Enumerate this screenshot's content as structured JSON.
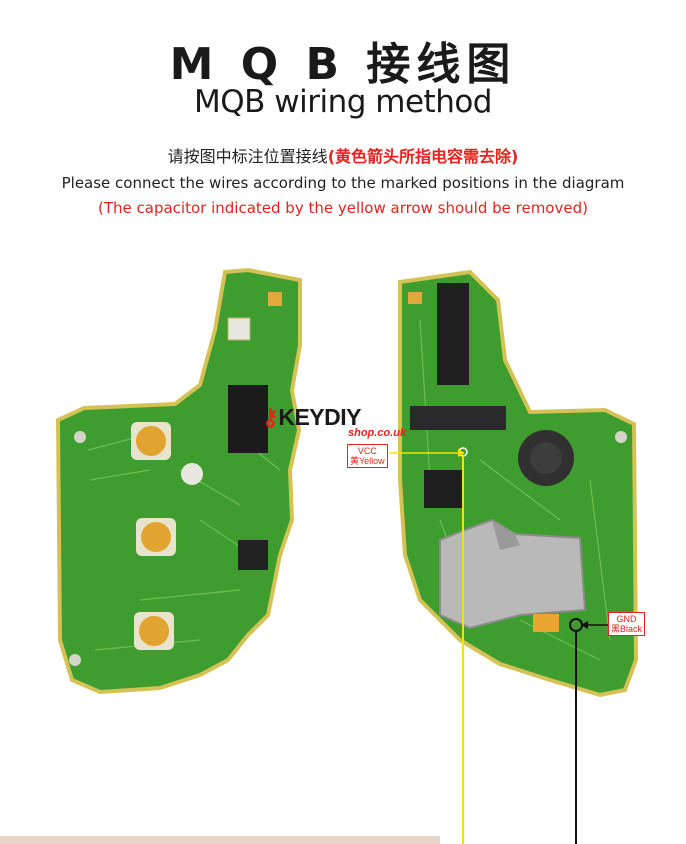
{
  "header": {
    "title_cn": "M Q B 接线图",
    "title_en": "MQB wiring method"
  },
  "instructions": {
    "cn_main": "请按图中标注位置接线",
    "cn_red": "(黄色箭头所指电容需去除)",
    "en_main": "Please connect the wires according to the marked positions in the diagram",
    "en_red": "(The capacitor indicated by the yellow arrow should be removed)"
  },
  "brand": {
    "name": "KEYDIY",
    "site": "shop.co.uk"
  },
  "labels": {
    "vcc": "VCC",
    "vcc_color": "黄Yellow",
    "gnd": "GND",
    "gnd_color": "黑Black"
  },
  "colors": {
    "pcb": "#3f9c2f",
    "pcb_edge": "#d4c254",
    "vcc_wire": "#f5e400",
    "gnd_wire": "#111111",
    "accent_red": "#e8231e"
  }
}
